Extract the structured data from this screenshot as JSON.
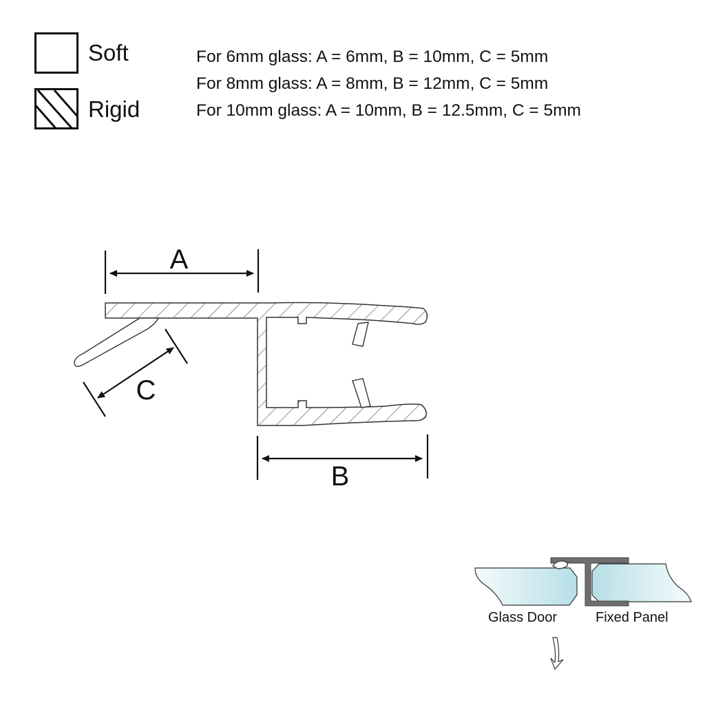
{
  "legend": {
    "items": [
      {
        "label": "Soft",
        "pattern": "none"
      },
      {
        "label": "Rigid",
        "pattern": "diagonal-hatch"
      }
    ]
  },
  "specs": [
    {
      "text": "For 6mm glass: A = 6mm, B = 10mm, C = 5mm",
      "glass": "6mm",
      "A": "6mm",
      "B": "10mm",
      "C": "5mm"
    },
    {
      "text": "For 8mm glass: A = 8mm, B = 12mm, C = 5mm",
      "glass": "8mm",
      "A": "8mm",
      "B": "12mm",
      "C": "5mm"
    },
    {
      "text": "For 10mm glass: A = 10mm, B = 12.5mm, C = 5mm",
      "glass": "10mm",
      "A": "10mm",
      "B": "12.5mm",
      "C": "5mm"
    }
  ],
  "dimensions": {
    "A": "A",
    "B": "B",
    "C": "C"
  },
  "inset": {
    "left_label": "Glass Door",
    "right_label": "Fixed Panel",
    "glass_color": "#bfe3ea",
    "seal_color": "#6e6e6e"
  }
}
